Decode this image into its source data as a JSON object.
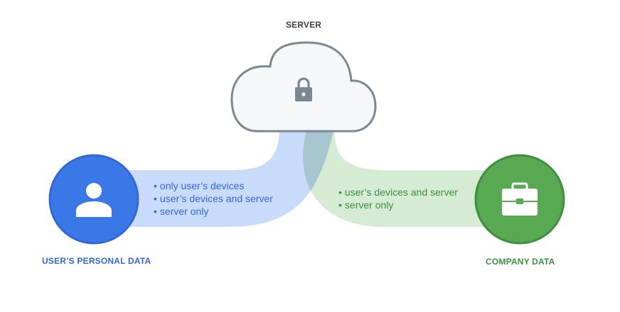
{
  "server": {
    "title": "SERVER",
    "icon": "lock-icon"
  },
  "user": {
    "title": "USER’S PERSONAL DATA",
    "icon": "person-icon",
    "color": "#3b78e7",
    "band_color": "#c9dbfb",
    "options": [
      "only user’s devices",
      "user’s devices and server",
      "server only"
    ]
  },
  "company": {
    "title": "COMPANY DATA",
    "icon": "briefcase-icon",
    "color": "#58a952",
    "band_color": "#d6ebd3",
    "options": [
      "user’s devices and server",
      "server only"
    ]
  },
  "overlap_color": "#a8c6cf"
}
